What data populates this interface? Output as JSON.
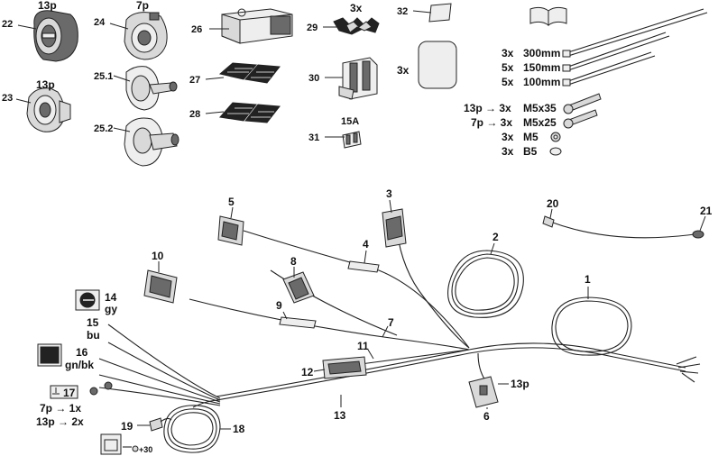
{
  "labels": {
    "l22": "22",
    "l13p_a": "13p",
    "l24": "24",
    "l7p_a": "7p",
    "l26": "26",
    "l29": "29",
    "l3x_29": "3x",
    "l32": "32",
    "l23": "23",
    "l13p_b": "13p",
    "l251": "25.1",
    "l27": "27",
    "l30": "30",
    "l3x_pad": "3x",
    "l252": "25.2",
    "l28": "28",
    "l31": "31",
    "l15a": "15A",
    "l5": "5",
    "l3": "3",
    "l4": "4",
    "l2": "2",
    "l20": "20",
    "l21": "21",
    "l10": "10",
    "l8": "8",
    "l1": "1",
    "l9": "9",
    "l7": "7",
    "l14": "14",
    "l14c": "gy",
    "l15": "15",
    "l15c": "bu",
    "l16": "16",
    "l16c": "gn/bk",
    "l11": "11",
    "l12": "12",
    "l17": "17",
    "l7p1x": "7p → 1x",
    "l13p2x": "13p → 2x",
    "l6": "6",
    "l13p_6": "13p",
    "l13": "13",
    "l19": "19",
    "l18": "18",
    "l30v": "+30"
  },
  "parts_list": [
    {
      "qty": "3x",
      "spec": "300mm"
    },
    {
      "qty": "5x",
      "spec": "150mm"
    },
    {
      "qty": "5x",
      "spec": "100mm"
    },
    {
      "qty": "13p → 3x",
      "spec": "M5x35"
    },
    {
      "qty": "7p → 3x",
      "spec": "M5x25"
    },
    {
      "qty": "3x",
      "spec": "M5"
    },
    {
      "qty": "3x",
      "spec": "B5"
    }
  ]
}
